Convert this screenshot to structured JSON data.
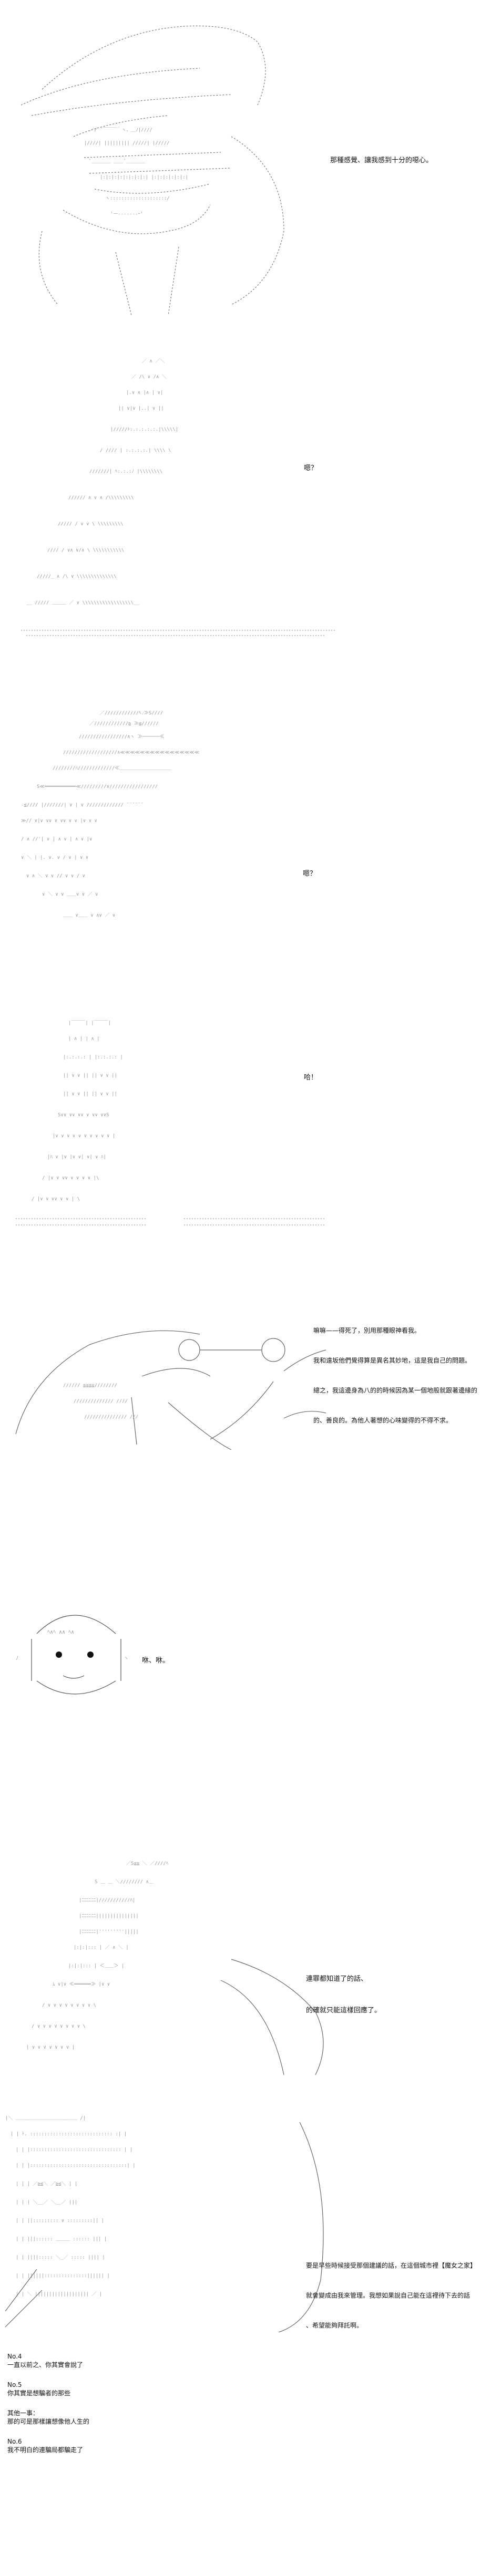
{
  "panels": [
    {
      "dialogue": [
        "那種感覺、讓我感到十分的噁心。"
      ]
    },
    {
      "dialogue": [
        "嗯？"
      ]
    },
    {
      "dialogue": [
        "嗯？"
      ]
    },
    {
      "dialogue": [
        "哈！"
      ]
    },
    {
      "dialogue": [
        "嘛嘛——得死了，別用那種眼神看我。",
        "我和遠坂他們覺得算是異名其妙地，這是我自己的問題。",
        "總之，我這邊身為八的的時候因為某一個地般就跟著邊緣的",
        "的、善良的。為他人著想的心味變得的不得不求。"
      ]
    },
    {
      "dialogue": [
        "咻、咻。"
      ]
    },
    {
      "dialogue": [
        "連罪都知道了的話、",
        "的確就只能這樣回應了。"
      ]
    },
    {
      "dialogue": [
        "要是早些時候接受那個建議的話，在這個城市裡【魔女之家】",
        "就會變成由我來管理。我想如果說自己能在這裡待下去的話",
        "、希望能夠拜託啊。"
      ]
    }
  ],
  "notes": [
    {
      "num": "No.4",
      "text": "一直以前之、你其實會說了"
    },
    {
      "num": "No.5",
      "text": "你其實是想騙者的那些"
    },
    {
      "num": "",
      "text": "其他一事：",
      "text2": "那的可是那樣讓想像他人生的"
    },
    {
      "num": "No.6",
      "text": "我不明白的連騙局都騙走了"
    }
  ]
}
